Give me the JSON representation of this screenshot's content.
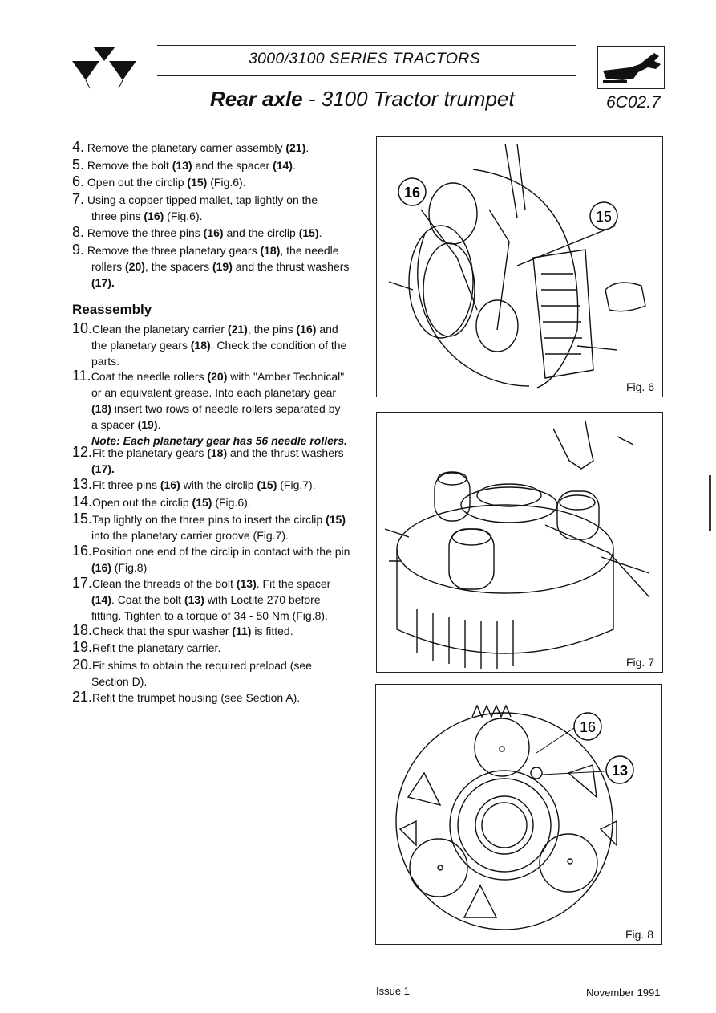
{
  "header": {
    "series": "3000/3100 SERIES TRACTORS",
    "title_bold": "Rear axle",
    "title_rest": " - 3100 Tractor trumpet",
    "page_code": "6C02.7"
  },
  "steps_removal": [
    {
      "num": "4.",
      "text": "Remove the planetary carrier assembly ",
      "ref": "(21)",
      "tail": "."
    },
    {
      "num": "5.",
      "text": "Remove the bolt ",
      "ref": "(13)",
      "tail": " and the spacer ",
      "ref2": "(14)",
      "tail2": "."
    },
    {
      "num": "6.",
      "text": "Open out the circlip ",
      "ref": "(15)",
      "tail": " (Fig.6)."
    },
    {
      "num": "7.",
      "text": "Using a copper tipped mallet, tap lightly on the",
      "cont": "three pins ",
      "ref": "(16)",
      "tail": " (Fig.6)."
    },
    {
      "num": "8.",
      "text": "Remove the three pins ",
      "ref": "(16)",
      "tail": " and the circlip ",
      "ref2": "(15)",
      "tail2": "."
    },
    {
      "num": "9.",
      "text": "Remove the three planetary gears ",
      "ref": "(18)",
      "tail": ", the needle",
      "cont1": "rollers ",
      "cont_ref1": "(20)",
      "cont_mid": ", the spacers ",
      "cont_ref2": "(19)",
      "cont_tail": " and the thrust washers",
      "cont2": "(17)."
    }
  ],
  "reassembly_heading": "Reassembly",
  "steps_reassembly": {
    "s10_num": "10.",
    "s10_a": "Clean the planetary carrier ",
    "s10_r1": "(21)",
    "s10_b": ", the pins ",
    "s10_r2": "(16)",
    "s10_c": " and",
    "s10_l2a": "the planetary gears ",
    "s10_l2r": "(18)",
    "s10_l2b": ". Check the condition of the",
    "s10_l3": "parts.",
    "s11_num": "11.",
    "s11_a": "Coat the needle rollers ",
    "s11_r1": "(20)",
    "s11_b": " with \"Amber Technical\"",
    "s11_l2": "or an equivalent grease. Into each planetary gear",
    "s11_l3r": "(18)",
    "s11_l3": " insert two rows of needle rollers separated by",
    "s11_l4a": "a spacer ",
    "s11_l4r": "(19)",
    "s11_l4b": ".",
    "note": "Note: Each planetary gear has 56 needle rollers.",
    "s12_num": "12.",
    "s12_a": "Fit the planetary gears ",
    "s12_r1": "(18)",
    "s12_b": " and the thrust washers",
    "s12_l2": "(17).",
    "s13_num": "13.",
    "s13_a": "Fit three pins ",
    "s13_r1": "(16)",
    "s13_b": " with the circlip ",
    "s13_r2": "(15)",
    "s13_c": " (Fig.7).",
    "s14_num": "14.",
    "s14_a": "Open out the circlip ",
    "s14_r1": "(15)",
    "s14_b": " (Fig.6).",
    "s15_num": "15.",
    "s15_a": "Tap lightly on the three pins to insert the circlip ",
    "s15_r1": "(15)",
    "s15_l2": "into the planetary carrier groove (Fig.7).",
    "s16_num": "16.",
    "s16_a": "Position one end of the circlip in contact with the pin",
    "s16_l2r": "(16)",
    "s16_l2": " (Fig.8)",
    "s17_num": "17.",
    "s17_a": "Clean the threads of the bolt ",
    "s17_r1": "(13)",
    "s17_b": ". Fit the spacer",
    "s17_l2r": "(14)",
    "s17_l2a": ". Coat the bolt ",
    "s17_l2r2": "(13)",
    "s17_l2b": " with Loctite 270 before",
    "s17_l3": "fitting. Tighten to a torque of 34 - 50 Nm (Fig.8).",
    "s18_num": "18.",
    "s18_a": "Check that the spur washer ",
    "s18_r1": "(11)",
    "s18_b": " is fitted.",
    "s19_num": "19.",
    "s19_a": "Refit the planetary carrier.",
    "s20_num": "20.",
    "s20_a": "Fit shims to obtain the required preload (see",
    "s20_l2": "Section D).",
    "s21_num": "21.",
    "s21_a": "Refit the trumpet housing (see Section A)."
  },
  "figures": {
    "fig6": {
      "label": "Fig. 6",
      "callouts": [
        "16",
        "15"
      ]
    },
    "fig7": {
      "label": "Fig. 7"
    },
    "fig8": {
      "label": "Fig. 8",
      "callouts": [
        "16",
        "13"
      ]
    }
  },
  "footer": {
    "issue": "Issue 1",
    "date": "November 1991"
  }
}
